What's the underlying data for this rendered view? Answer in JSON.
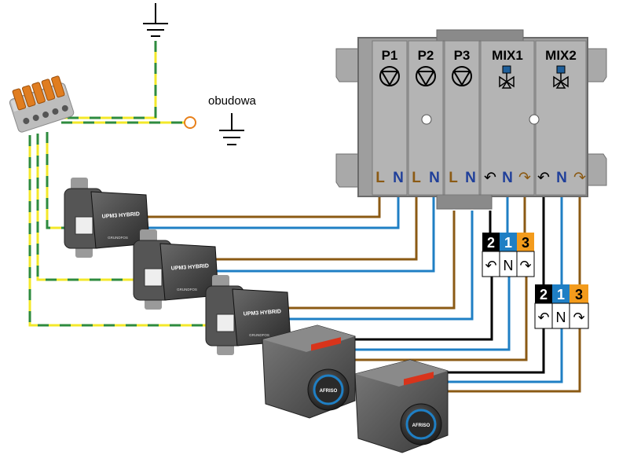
{
  "earth_label": "obudowa",
  "controller": {
    "channels": [
      {
        "name": "P1",
        "type": "pump",
        "terminals": [
          "L",
          "N"
        ]
      },
      {
        "name": "P2",
        "type": "pump",
        "terminals": [
          "L",
          "N"
        ]
      },
      {
        "name": "P3",
        "type": "pump",
        "terminals": [
          "L",
          "N"
        ]
      },
      {
        "name": "MIX1",
        "type": "valve",
        "terminals": [
          "↶",
          "N",
          "↷"
        ]
      },
      {
        "name": "MIX2",
        "type": "valve",
        "terminals": [
          "↶",
          "N",
          "↷"
        ]
      }
    ]
  },
  "pumps": [
    {
      "model": "UPM3 HYBRID",
      "brand": "GRUNDFOS"
    },
    {
      "model": "UPM3 HYBRID",
      "brand": "GRUNDFOS"
    },
    {
      "model": "UPM3 HYBRID",
      "brand": "GRUNDFOS"
    }
  ],
  "actuators": [
    {
      "brand": "AFRISO"
    },
    {
      "brand": "AFRISO"
    }
  ],
  "actuator_terminals": [
    {
      "numbers": [
        "2",
        "1",
        "3"
      ],
      "labels": [
        "↶",
        "N",
        "↷"
      ]
    },
    {
      "numbers": [
        "2",
        "1",
        "3"
      ],
      "labels": [
        "↶",
        "N",
        "↷"
      ]
    }
  ],
  "colors": {
    "live": "#8b5a14",
    "neutral": "#1f7fc4",
    "ground_green": "#2e8b3e",
    "ground_yellow": "#f3e82a",
    "black_wire": "#000000",
    "orange_wire": "#e69a2a",
    "controller_body": "#a9a9a9",
    "controller_dark": "#6f6f6f",
    "term_black": "#000000",
    "term_blue": "#1f7fc4",
    "term_orange": "#f39b1c"
  }
}
